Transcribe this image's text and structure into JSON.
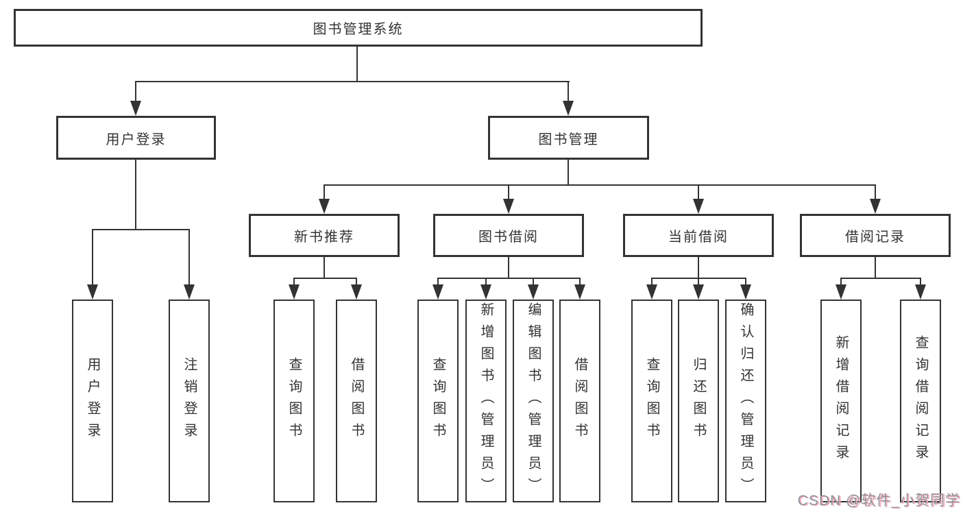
{
  "diagram_title": "图书管理系统",
  "tree": {
    "label": "图书管理系统",
    "children": [
      {
        "label": "用户登录",
        "children": [
          {
            "label": "用户登录"
          },
          {
            "label": "注销登录"
          }
        ]
      },
      {
        "label": "图书管理",
        "children": [
          {
            "label": "新书推荐",
            "children": [
              {
                "label": "查询图书"
              },
              {
                "label": "借阅图书"
              }
            ]
          },
          {
            "label": "图书借阅",
            "children": [
              {
                "label": "查询图书"
              },
              {
                "label": "新增图书（管理员）"
              },
              {
                "label": "编辑图书（管理员）"
              },
              {
                "label": "借阅图书"
              }
            ]
          },
          {
            "label": "当前借阅",
            "children": [
              {
                "label": "查询图书"
              },
              {
                "label": "归还图书"
              },
              {
                "label": "确认归还（管理员）"
              }
            ]
          },
          {
            "label": "借阅记录",
            "children": [
              {
                "label": "新增借阅记录"
              },
              {
                "label": "查询借阅记录"
              }
            ]
          }
        ]
      }
    ]
  },
  "watermark": "CSDN @软件_小贺同学",
  "colors": {
    "line": "#333333",
    "box_border": "#333333",
    "text": "#333333",
    "background": "#ffffff",
    "watermark_text": "#8f939c",
    "watermark_shadow": "#f5a9b8"
  }
}
